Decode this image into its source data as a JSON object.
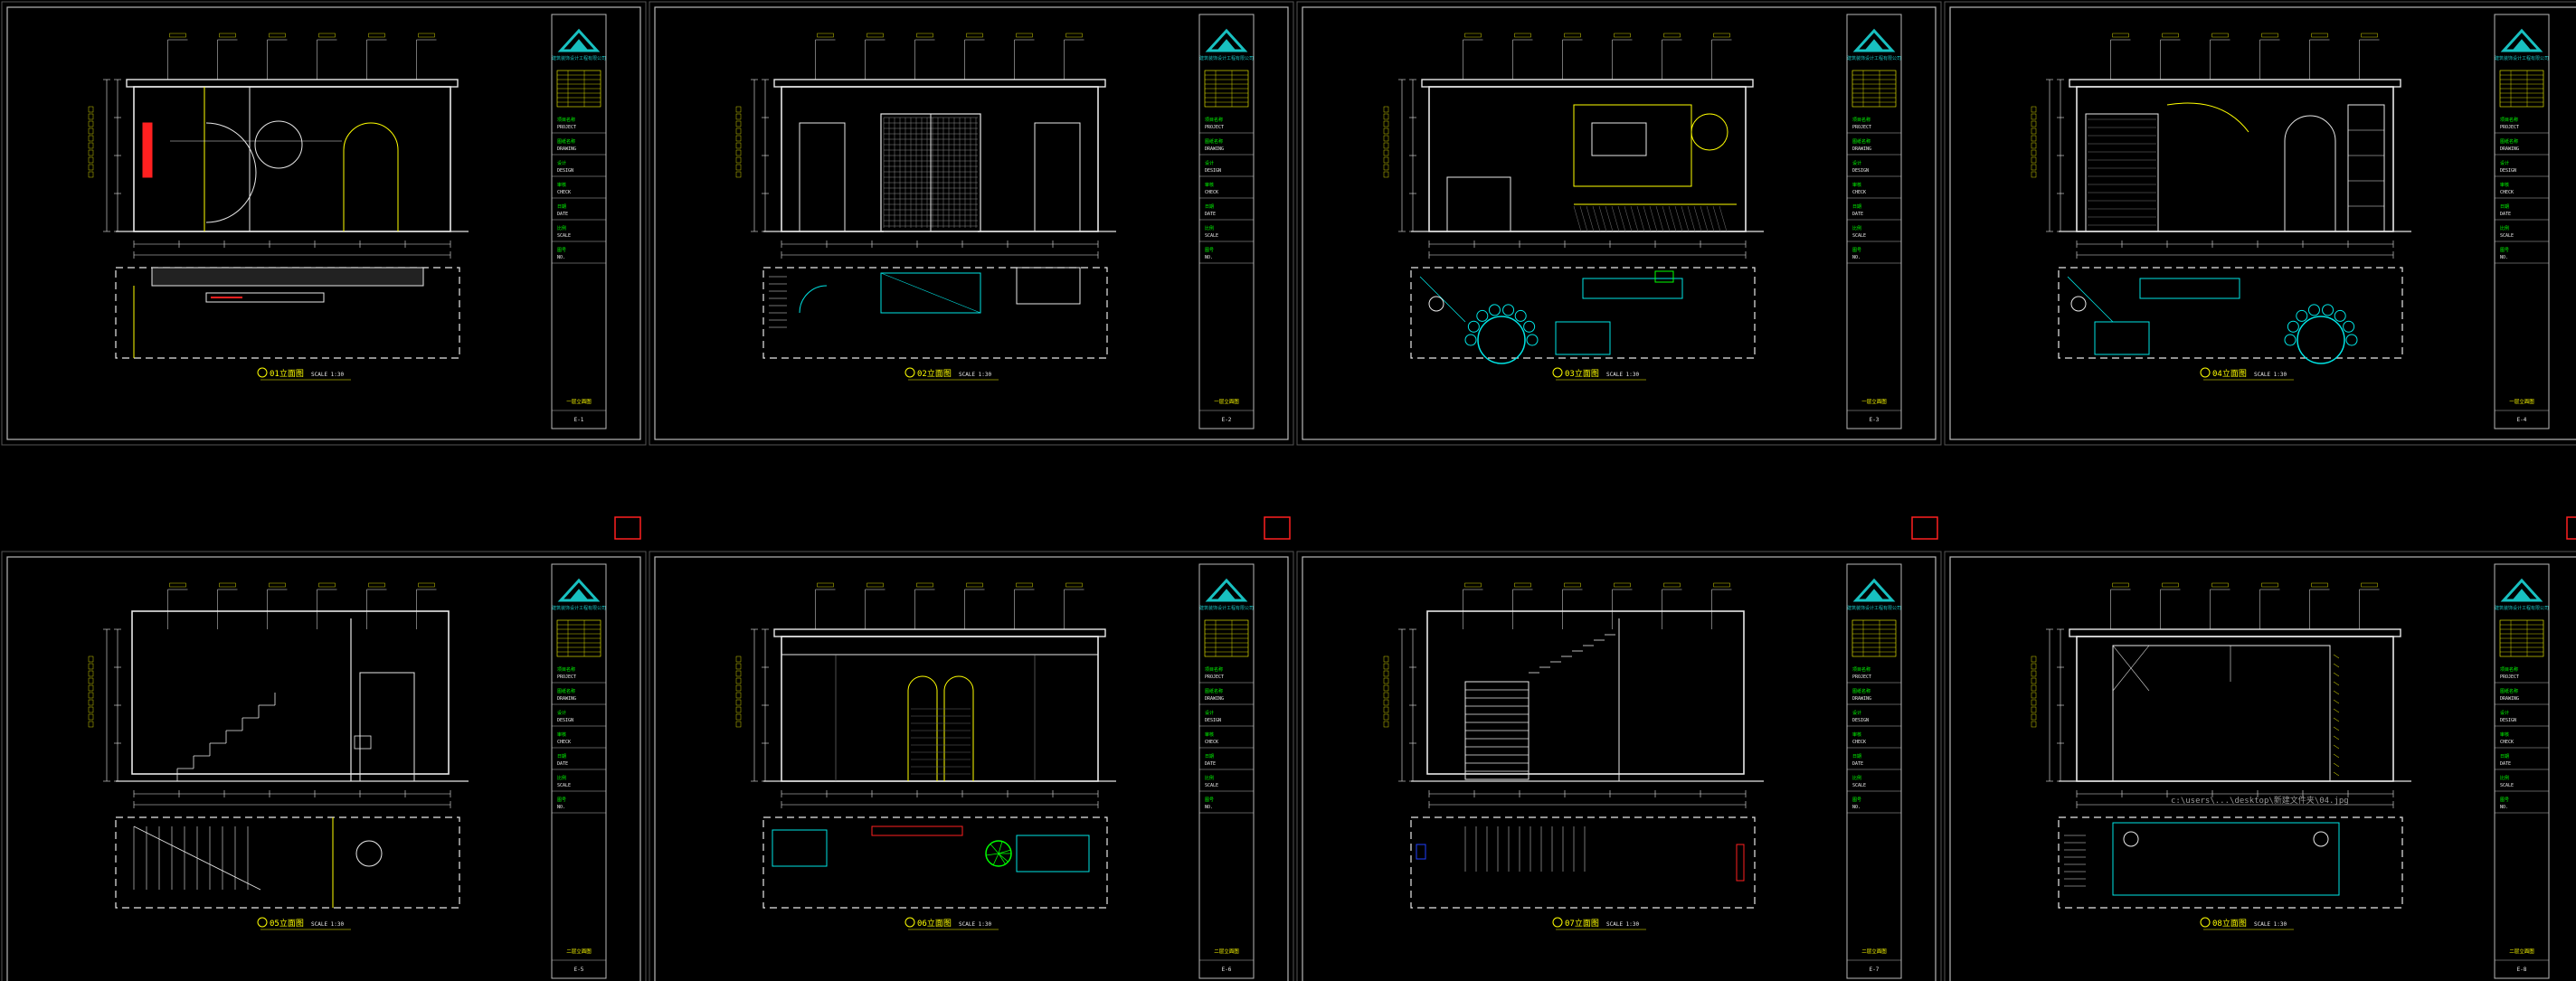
{
  "app": {
    "title": "CAD Layout Sheets"
  },
  "colors": {
    "background": "#000000",
    "frame": "#b8b8b8",
    "drawing": "#e8e8e8",
    "yellow": "#ffff00",
    "cyan": "#00e5e5",
    "green": "#00ff00",
    "red": "#ff2020",
    "teal_logo": "#18c0c0"
  },
  "sheets": [
    {
      "id": "sheet-1",
      "caption": "01立面图",
      "scale": "SCALE 1:30",
      "sheet_no": "E-1",
      "variant": "arched-wall",
      "plan": "narrow-corridor"
    },
    {
      "id": "sheet-2",
      "caption": "02立面图",
      "scale": "SCALE 1:30",
      "sheet_no": "E-2",
      "variant": "lattice-doors",
      "plan": "corridor-steps"
    },
    {
      "id": "sheet-3",
      "caption": "03立面图",
      "scale": "SCALE 1:30",
      "sheet_no": "E-3",
      "variant": "tv-wall",
      "plan": "dining-round"
    },
    {
      "id": "sheet-4",
      "caption": "04立面图",
      "scale": "SCALE 1:30",
      "sheet_no": "E-4",
      "variant": "cabinet-wall",
      "plan": "dining-round-right"
    },
    {
      "id": "sheet-5",
      "caption": "05立面图",
      "scale": "SCALE 1:30",
      "sheet_no": "E-5",
      "variant": "stair-bath",
      "plan": "stair-bath"
    },
    {
      "id": "sheet-6",
      "caption": "06立面图",
      "scale": "SCALE 1:30",
      "sheet_no": "E-6",
      "variant": "arched-doors",
      "plan": "living-plant"
    },
    {
      "id": "sheet-7",
      "caption": "07立面图",
      "scale": "SCALE 1:30",
      "sheet_no": "E-7",
      "variant": "stair-side",
      "plan": "stair-side"
    },
    {
      "id": "sheet-8",
      "caption": "08立面图",
      "scale": "SCALE 1:30",
      "sheet_no": "E-8",
      "variant": "bedroom-wall",
      "plan": "bedroom"
    }
  ],
  "title_block": {
    "company": "建筑装饰设计工程有限公司",
    "rows": [
      "项目名称",
      "PROJECT",
      "图纸名称",
      "DRAWING",
      "设计",
      "DESIGN",
      "审核",
      "CHECK",
      "日期",
      "DATE",
      "比例",
      "SCALE",
      "图号",
      "NO."
    ],
    "drawing_name_top": "一层立面图",
    "drawing_name_bottom": "二层立面图"
  },
  "watermark": "c:\\users\\...\\desktop\\新建文件夹\\04.jpg"
}
